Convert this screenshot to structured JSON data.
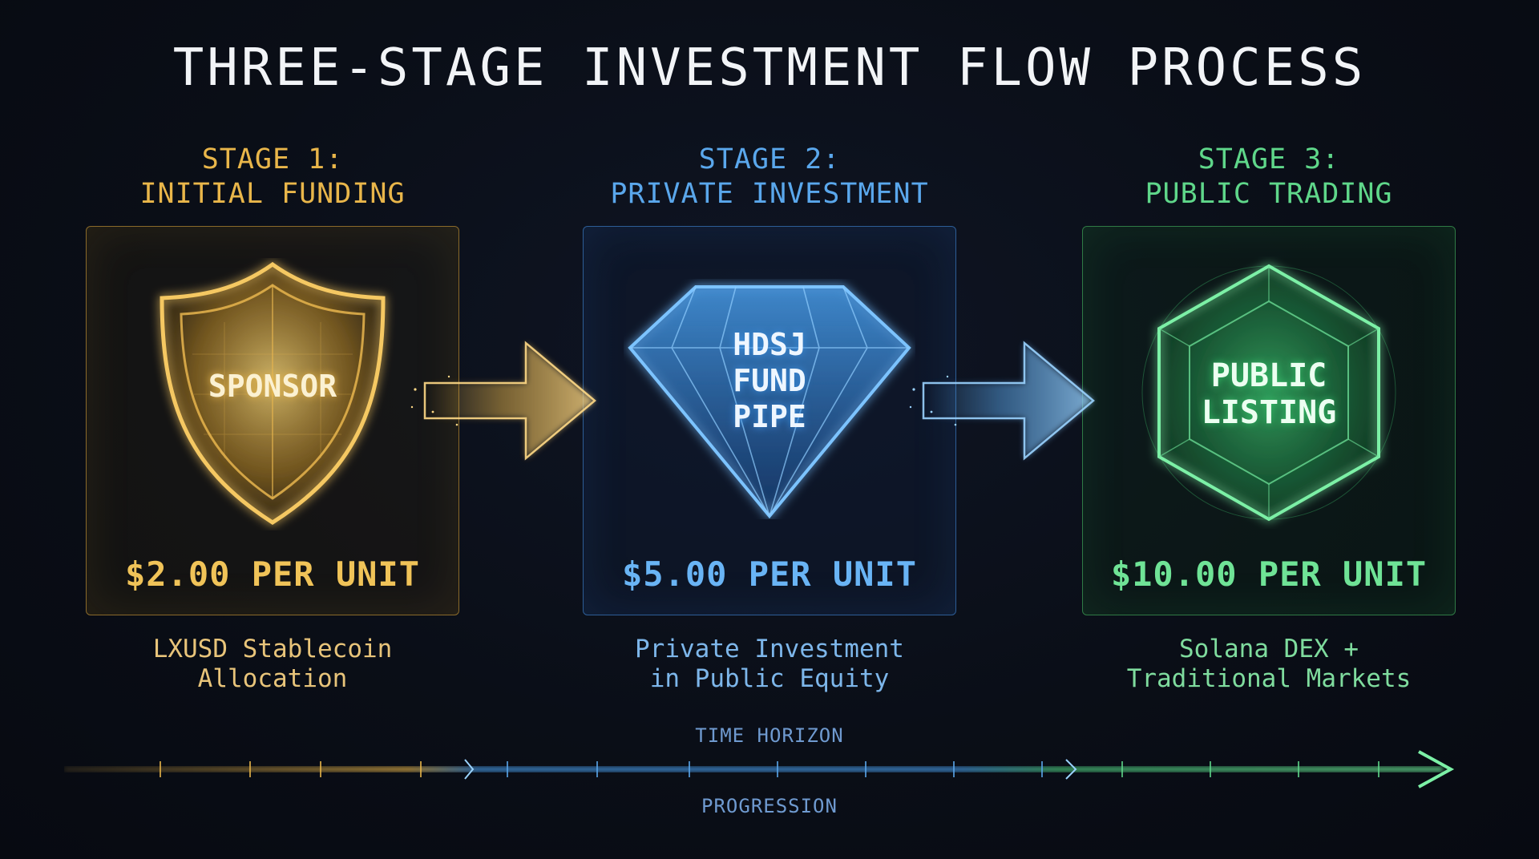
{
  "title": "THREE-STAGE INVESTMENT FLOW PROCESS",
  "stages": [
    {
      "heading_line1": "STAGE 1:",
      "heading_line2": "INITIAL FUNDING",
      "icon": "shield-icon",
      "icon_label": "SPONSOR",
      "price": "$2.00 PER UNIT",
      "desc_line1": "LXUSD Stablecoin",
      "desc_line2": "Allocation",
      "color": "#e9b64a"
    },
    {
      "heading_line1": "STAGE 2:",
      "heading_line2": "PRIVATE INVESTMENT",
      "icon": "diamond-icon",
      "icon_label_lines": [
        "HDSJ",
        "FUND",
        "PIPE"
      ],
      "price": "$5.00 PER UNIT",
      "desc_line1": "Private Investment",
      "desc_line2": "in Public Equity",
      "color": "#5aa7ec"
    },
    {
      "heading_line1": "STAGE 3:",
      "heading_line2": "PUBLIC TRADING",
      "icon": "hexagon-icon",
      "icon_label_lines": [
        "PUBLIC",
        "LISTING"
      ],
      "price": "$10.00 PER UNIT",
      "desc_line1": "Solana DEX +",
      "desc_line2": "Traditional Markets",
      "color": "#5fd78a"
    }
  ],
  "timeline": {
    "top_label": "TIME HORIZON",
    "bottom_label": "PROGRESSION"
  },
  "colors": {
    "background": "#0a0e17",
    "title": "#f2f4f7",
    "gold": "#e9b64a",
    "blue": "#5aa7ec",
    "green": "#5fd78a"
  }
}
